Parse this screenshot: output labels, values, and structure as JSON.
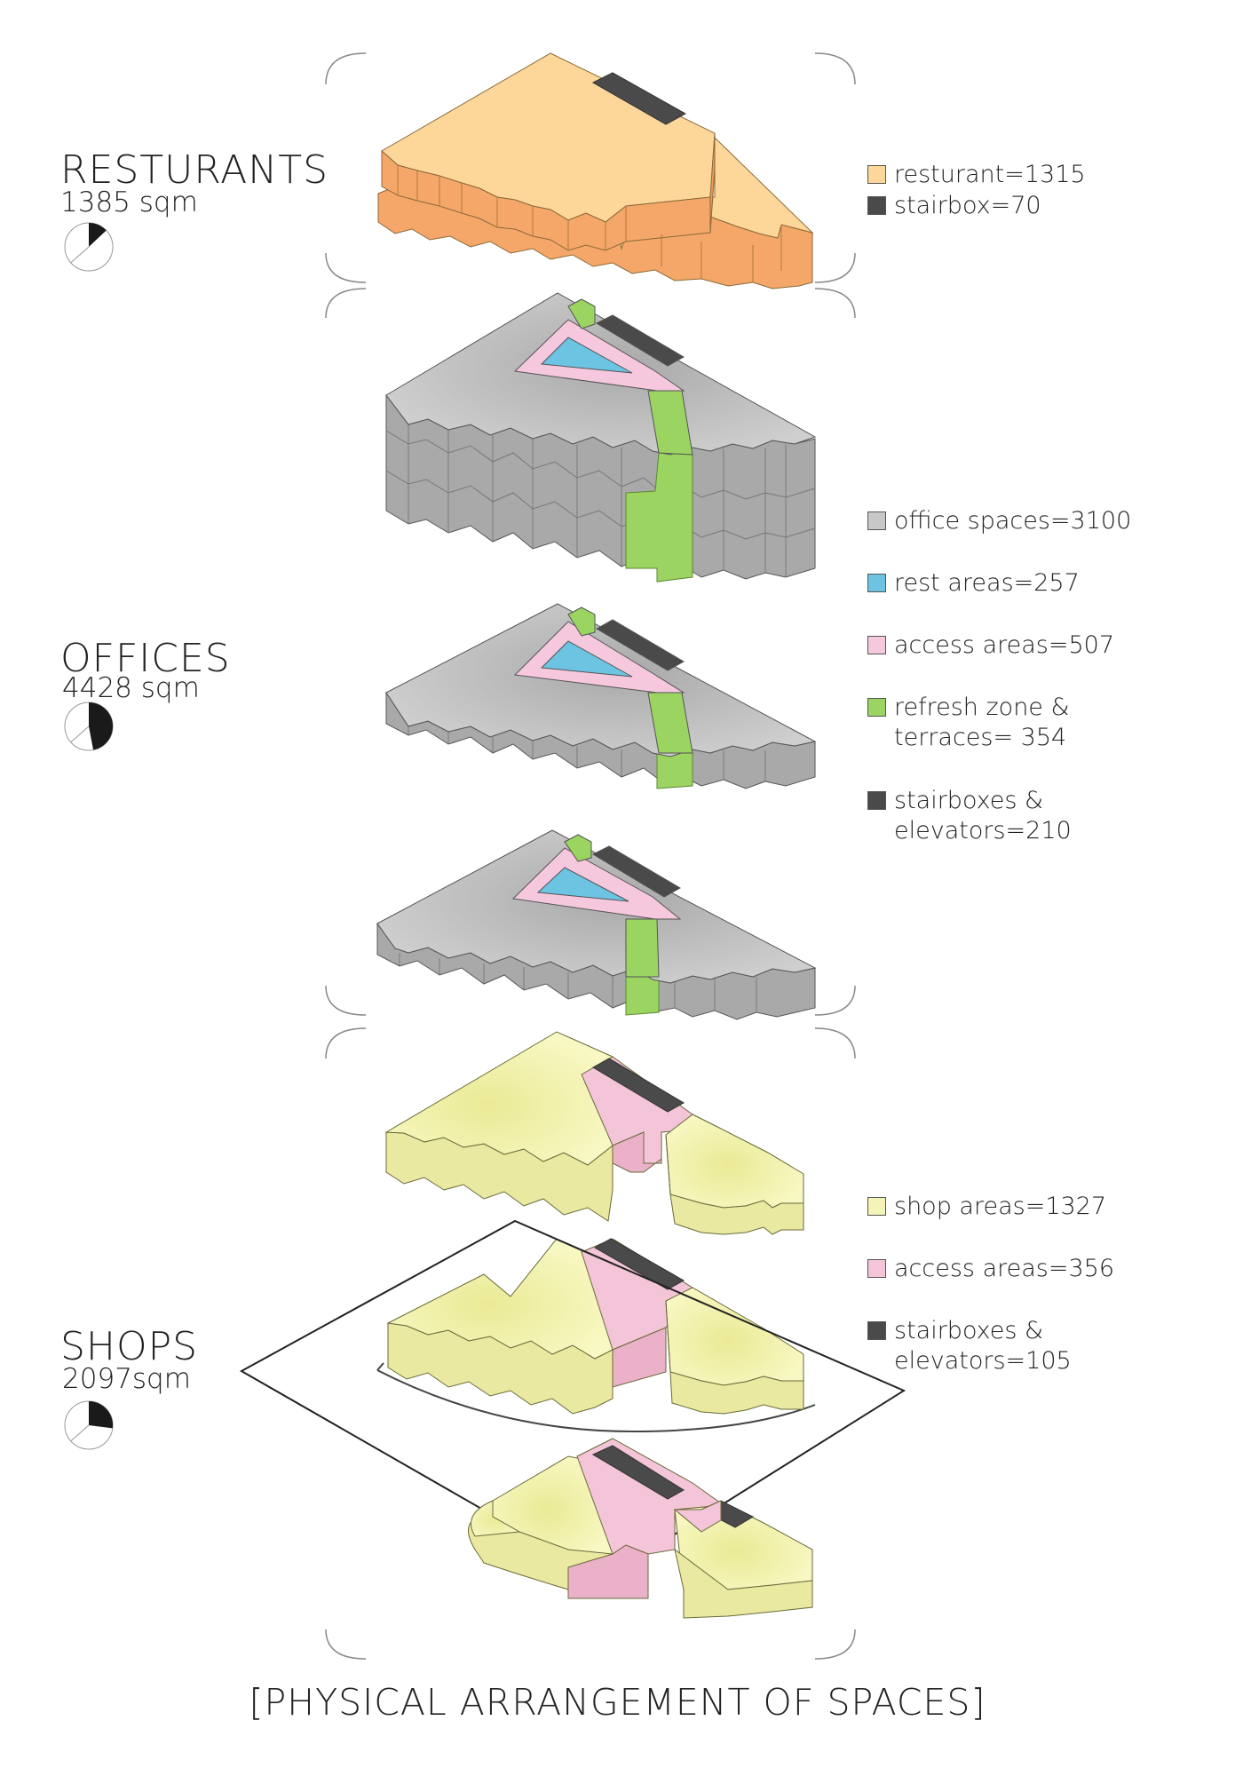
{
  "sections": {
    "restaurants": {
      "title": "RESTURANTS",
      "area": "1385 sqm",
      "pie_dark_fraction": 0.13
    },
    "offices": {
      "title": "OFFICES",
      "area": "4428 sqm",
      "pie_dark_fraction": 0.47
    },
    "shops": {
      "title": "SHOPS",
      "area": "2097sqm",
      "pie_dark_fraction": 0.27
    }
  },
  "legends": {
    "restaurants": [
      {
        "label": "resturant=1315",
        "color": "#fdd79a"
      },
      {
        "label": "stairbox=70",
        "color": "#4a4a4a"
      }
    ],
    "offices": [
      {
        "label": "office spaces=3100",
        "color": "#c8c8c8"
      },
      {
        "label": "rest areas=257",
        "color": "#6cc3e2"
      },
      {
        "label": "access areas=507",
        "color": "#f6c8dd"
      },
      {
        "label": "refresh zone &\nterraces= 354",
        "color": "#9bd461"
      },
      {
        "label": "stairboxes &\nelevators=210",
        "color": "#4a4a4a"
      }
    ],
    "shops": [
      {
        "label": "shop areas=1327",
        "color": "#f4f4b6"
      },
      {
        "label": "access areas=356",
        "color": "#f4c4d8"
      },
      {
        "label": "stairboxes &\nelevators=105",
        "color": "#4a4a4a"
      }
    ]
  },
  "caption": "[PHYSICAL ARRANGEMENT OF SPACES]"
}
